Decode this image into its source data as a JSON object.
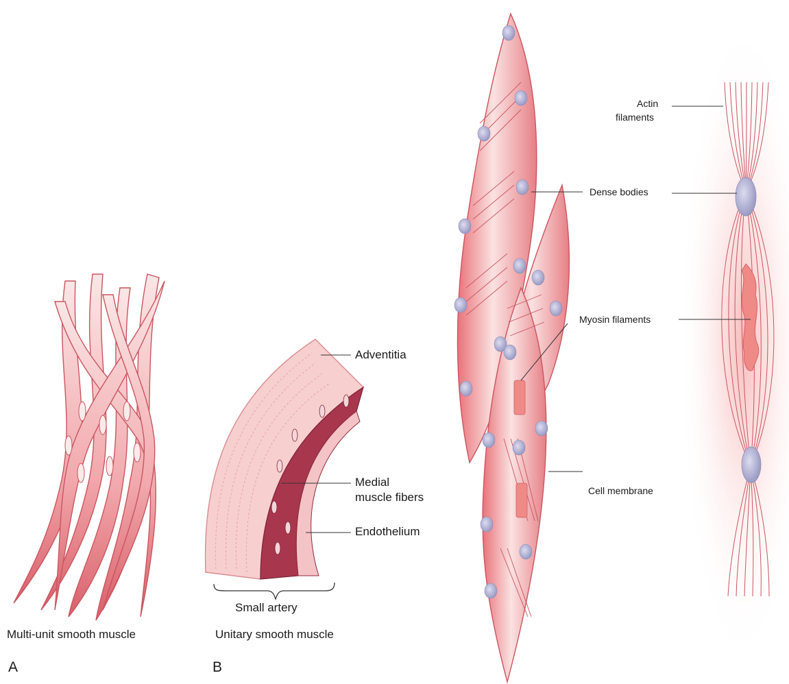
{
  "panels": {
    "a": "A",
    "b": "B"
  },
  "multi_unit": {
    "caption": "Multi-unit smooth muscle"
  },
  "unitary": {
    "caption": "Unitary smooth muscle",
    "artery_label": "Small artery",
    "adventitia": "Adventitia",
    "medial_line1": "Medial",
    "medial_line2": "muscle fibers",
    "endothelium": "Endothelium"
  },
  "cell_detail": {
    "actin_line1": "Actin",
    "actin_line2": "filaments",
    "dense_bodies": "Dense bodies",
    "myosin": "Myosin filaments",
    "cell_membrane": "Cell membrane"
  },
  "colors": {
    "fiber_fill": "#f2b3b3",
    "fiber_stroke": "#c9545f",
    "dense_body": "#b9b9d6",
    "media": "#a8374d",
    "adventitia": "#f6caca",
    "myosin": "#ef8a86"
  }
}
